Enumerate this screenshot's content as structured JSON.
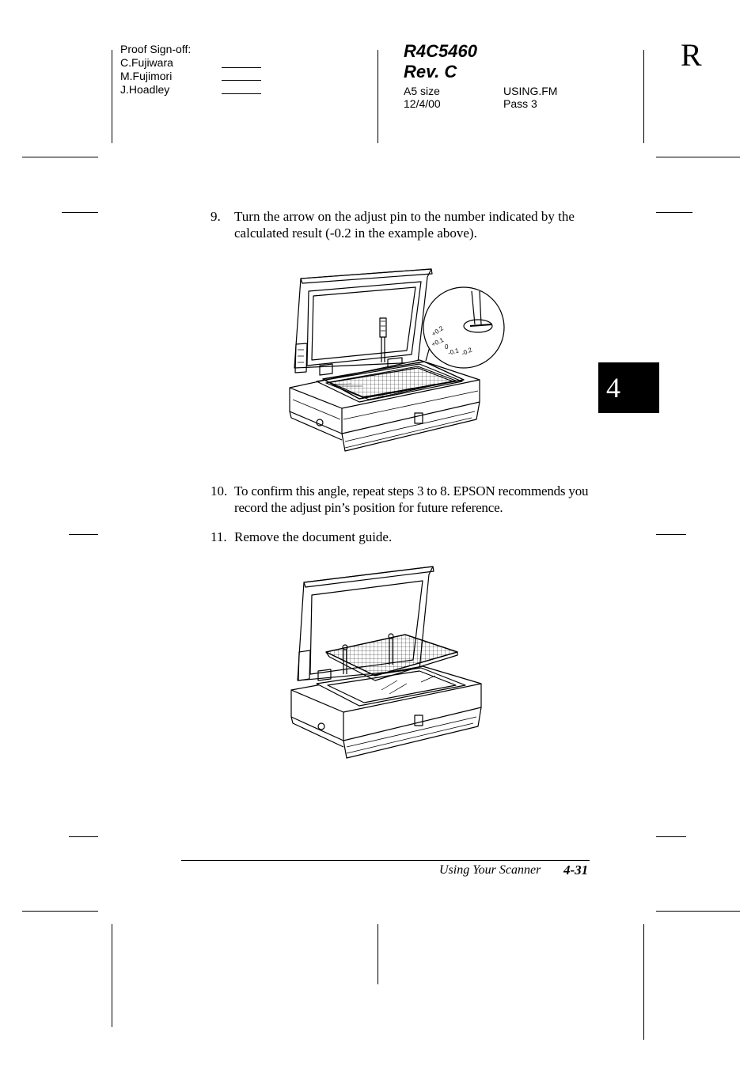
{
  "header": {
    "signoff": {
      "title": "Proof Sign-off:",
      "names": [
        "C.Fujiwara",
        "M.Fujimori",
        "J.Hoadley"
      ]
    },
    "project": {
      "code": "R4C5460",
      "revision": "Rev. C"
    },
    "meta": {
      "size": "A5 size",
      "date": "12/4/00",
      "file": "USING.FM",
      "pass": "Pass 3"
    },
    "corner_letter": "R"
  },
  "chapter_tab": "4",
  "steps": [
    {
      "number": "9.",
      "text": "Turn the arrow on the adjust pin to the number indicated by the calculated result (-0.2 in the example above)."
    },
    {
      "number": "10.",
      "text": "To confirm this angle, repeat steps 3 to 8. EPSON recommends you record the adjust pin’s position for future reference."
    },
    {
      "number": "11.",
      "text": "Remove the document guide."
    }
  ],
  "figure1": {
    "dial_labels": [
      "+0.2",
      "+0.1",
      "0",
      "-0.1",
      "-0.2"
    ]
  },
  "footer": {
    "section": "Using Your Scanner",
    "page": "4-31"
  }
}
